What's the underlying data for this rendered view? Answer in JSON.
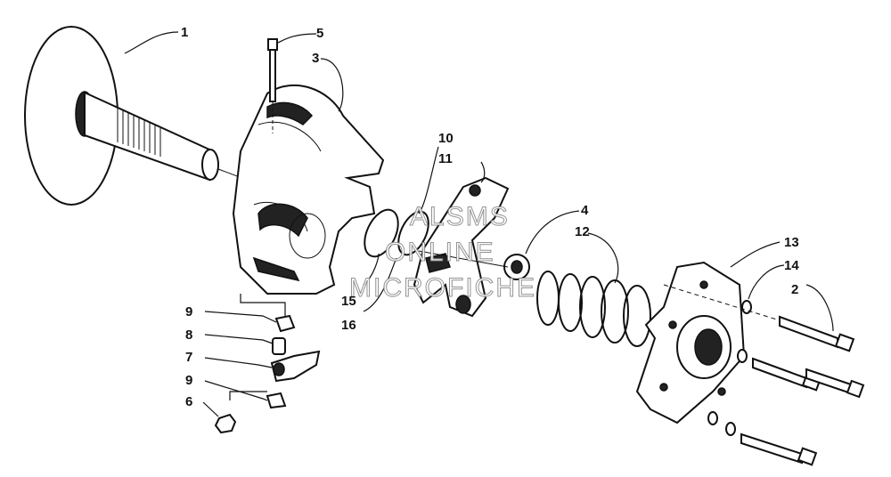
{
  "diagram": {
    "callouts": [
      "1",
      "2",
      "3",
      "4",
      "5",
      "6",
      "7",
      "8",
      "9",
      "9",
      "10",
      "11",
      "12",
      "13",
      "14",
      "15",
      "16"
    ],
    "watermark": [
      "ALSMS",
      "ONLINE",
      "MICROFICHE"
    ]
  }
}
